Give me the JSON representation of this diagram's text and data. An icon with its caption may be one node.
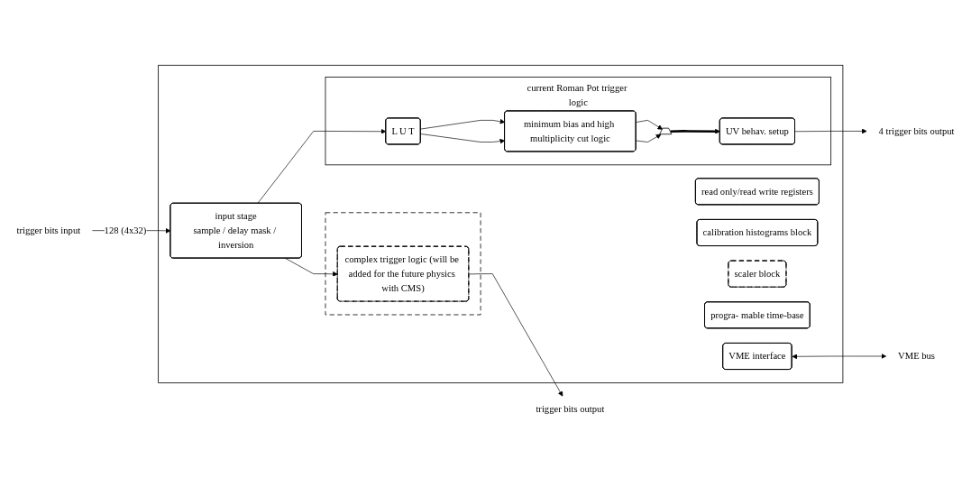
{
  "diagram": {
    "nodes": [
      {
        "text": [],
        "shape": "box"
      },
      {
        "text": [
          "trigger bits input"
        ]
      },
      {
        "text": [
          "input stage",
          "sample / delay mask / inversion"
        ],
        "in": 0
      },
      {
        "text": [
          "read only/read write registers"
        ],
        "in": 0
      },
      {
        "text": [
          "VME interface"
        ],
        "in": 0
      },
      {
        "text": [
          "VME bus"
        ]
      },
      {
        "text": [
          "calibration histograms block"
        ],
        "in": 0
      },
      {
        "text": [
          "scaler block"
        ],
        "in": 0
      },
      {
        "text": [
          "progra- mable time-base"
        ],
        "in": 0
      },
      {
        "text": [
          "current Roman Pot trigger logic"
        ],
        "in": 0
      },
      {
        "text": [
          "L U T"
        ],
        "in": 9
      },
      {
        "text": [
          "minimum bias and high multiplicity cut logic"
        ],
        "in": 9
      },
      {
        "text": [],
        "shape": "trapezoid",
        "in": 9
      },
      {
        "text": [
          "UV behav. setup"
        ],
        "in": 9
      },
      {
        "text": [
          "4 trigger bits output"
        ]
      },
      {
        "text": [],
        "shape": "box",
        "in": 0
      },
      {
        "text": [
          "complex trigger logic (will be added for the future physics with CMS)"
        ],
        "in": 15
      },
      {
        "text": [
          "trigger bits output"
        ]
      }
    ],
    "edges": [
      {
        "from": 1,
        "to": 2,
        "arrow": "to",
        "label": "128 (4x32)"
      },
      {
        "from": 4,
        "to": 5,
        "arrow": "both"
      },
      {
        "from": 2,
        "to": 10,
        "arrow": "to"
      },
      {
        "from": 2,
        "to": 16,
        "arrow": "to"
      },
      {
        "from": 10,
        "to": 11,
        "arrow": "to"
      },
      {
        "from": 10,
        "to": 11,
        "arrow": "to"
      },
      {
        "from": 11,
        "to": 12,
        "arrow": "to"
      },
      {
        "from": 11,
        "to": 12,
        "arrow": "to"
      },
      {
        "from": 12,
        "to": 13,
        "arrow": "to",
        "style": "thick"
      },
      {
        "from": 13,
        "to": 14,
        "arrow": "to"
      },
      {
        "from": 16,
        "to": 17,
        "arrow": "to"
      }
    ]
  }
}
